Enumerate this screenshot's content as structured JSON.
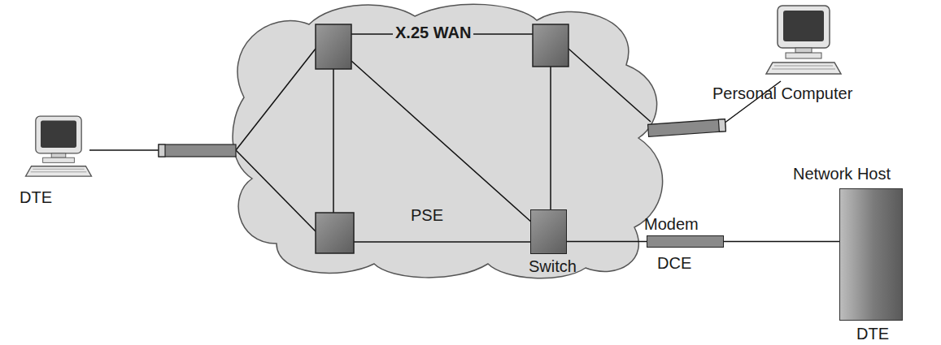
{
  "diagram": {
    "nodes": [
      {
        "text": [
          "DTE"
        ]
      },
      {
        "text": [
          "X.25 WAN",
          "PSE"
        ]
      },
      {
        "text": [
          "Switch"
        ],
        "in": 1
      },
      {
        "text": [
          "Personal Computer"
        ]
      },
      {
        "text": [
          "Modem",
          "DCE"
        ]
      },
      {
        "text": [
          "Network Host",
          "DTE"
        ]
      }
    ],
    "edges": [
      {
        "from": 2,
        "to": 4,
        "arrow": "none"
      },
      {
        "from": 4,
        "to": 5,
        "arrow": "none"
      }
    ]
  }
}
